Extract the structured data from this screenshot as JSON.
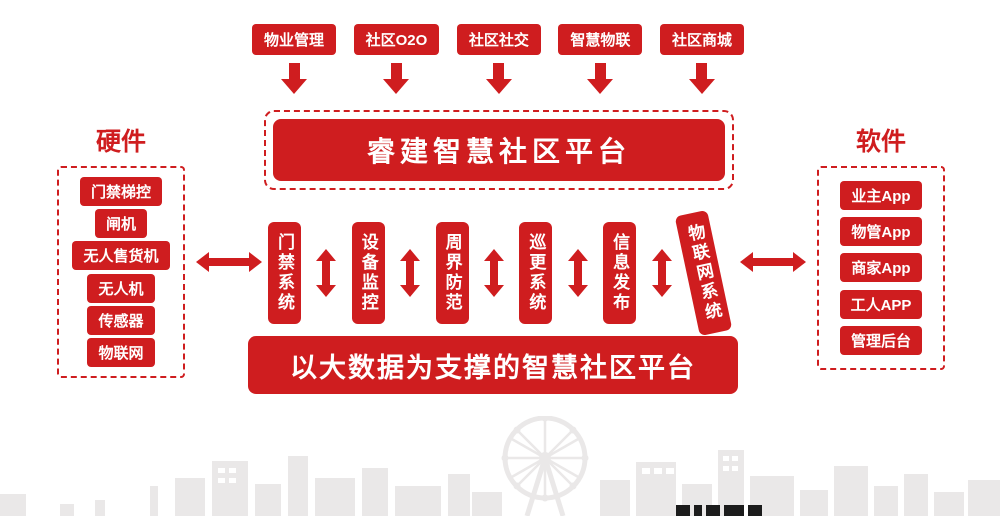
{
  "colors": {
    "accent": "#cf1d1f",
    "skyline": "#eae8e8"
  },
  "top_modules": {
    "items": [
      {
        "label": "物业管理"
      },
      {
        "label": "社区O2O"
      },
      {
        "label": "社区社交"
      },
      {
        "label": "智慧物联"
      },
      {
        "label": "社区商城"
      }
    ]
  },
  "platform": {
    "title": "睿建智慧社区平台"
  },
  "systems": {
    "items": [
      {
        "label": "门禁系统"
      },
      {
        "label": "设备监控"
      },
      {
        "label": "周界防范"
      },
      {
        "label": "巡更系统"
      },
      {
        "label": "信息发布"
      },
      {
        "label": "物联网系统"
      }
    ]
  },
  "hardware": {
    "title": "硬件",
    "items": [
      {
        "label": "门禁梯控"
      },
      {
        "label": "闸机"
      },
      {
        "label": "无人售货机"
      },
      {
        "label": "无人机"
      },
      {
        "label": "传感器"
      },
      {
        "label": "物联网"
      }
    ]
  },
  "software": {
    "title": "软件",
    "items": [
      {
        "label": "业主App"
      },
      {
        "label": "物管App"
      },
      {
        "label": "商家App"
      },
      {
        "label": "工人APP"
      },
      {
        "label": "管理后台"
      }
    ]
  },
  "banner": {
    "title": "以大数据为支撑的智慧社区平台"
  }
}
